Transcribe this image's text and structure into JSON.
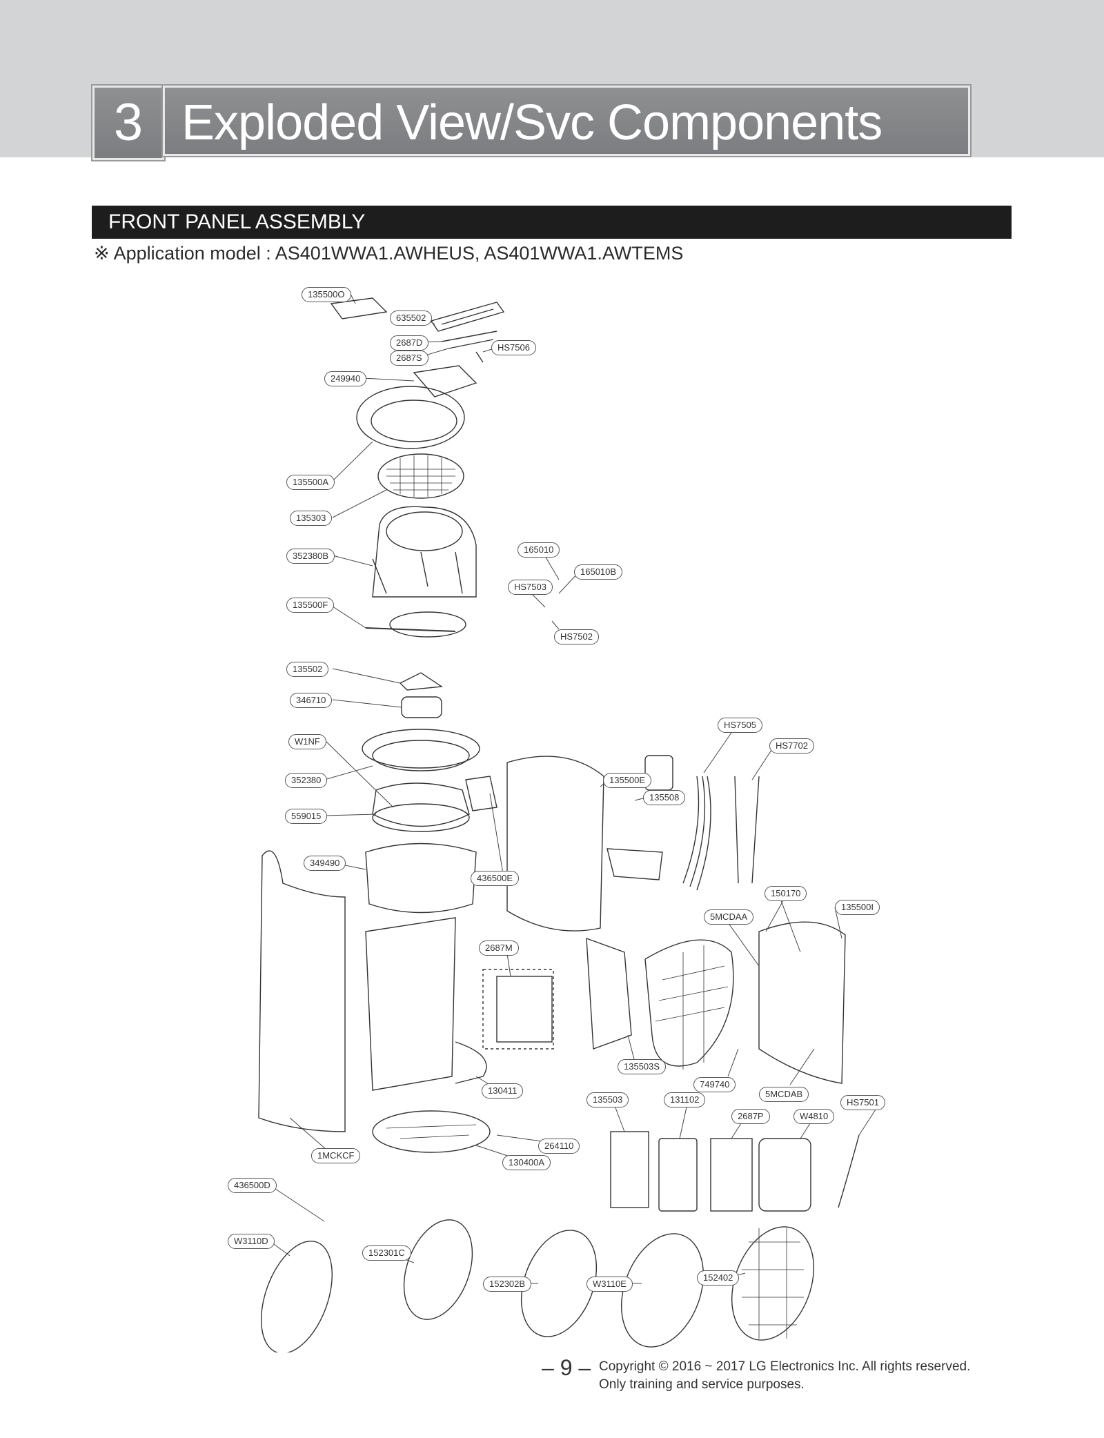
{
  "header": {
    "section_number": "3",
    "section_title": "Exploded View/Svc Components inventory"
  },
  "subheader": {
    "title": "FRONT PANEL ASSEMBLY",
    "application_model": "※ Application model : AS401WWA1.AWHEUS, AS401WWA1.AWTEMS"
  },
  "parts": [
    "135500O",
    "635502",
    "2687D",
    "2687S",
    "HS7506",
    "249940",
    "135500A",
    "135303",
    "352380B",
    "165010",
    "165010B",
    "HS7503",
    "HS7502",
    "135500F",
    "135502",
    "346710",
    "W1NF",
    "352380",
    "559015",
    "349490",
    "436500E",
    "135500E",
    "135508",
    "HS7505",
    "HS7702",
    "150170",
    "135500I",
    "5MCDAA",
    "2687M",
    "135503S",
    "749740",
    "5MCDAB",
    "130411",
    "135503",
    "131102",
    "2687P",
    "W4810",
    "HS7501",
    "264110",
    "130400A",
    "1MCKCF",
    "436500D",
    "W3110D",
    "152301C",
    "152302B",
    "W3110E",
    "152402"
  ],
  "footer": {
    "page_number": "– 9 –",
    "copyright": "Copyright © 2016 ~ 2017 LG Electronics Inc. All rights reserved.",
    "notice": "Only training and service purposes."
  }
}
